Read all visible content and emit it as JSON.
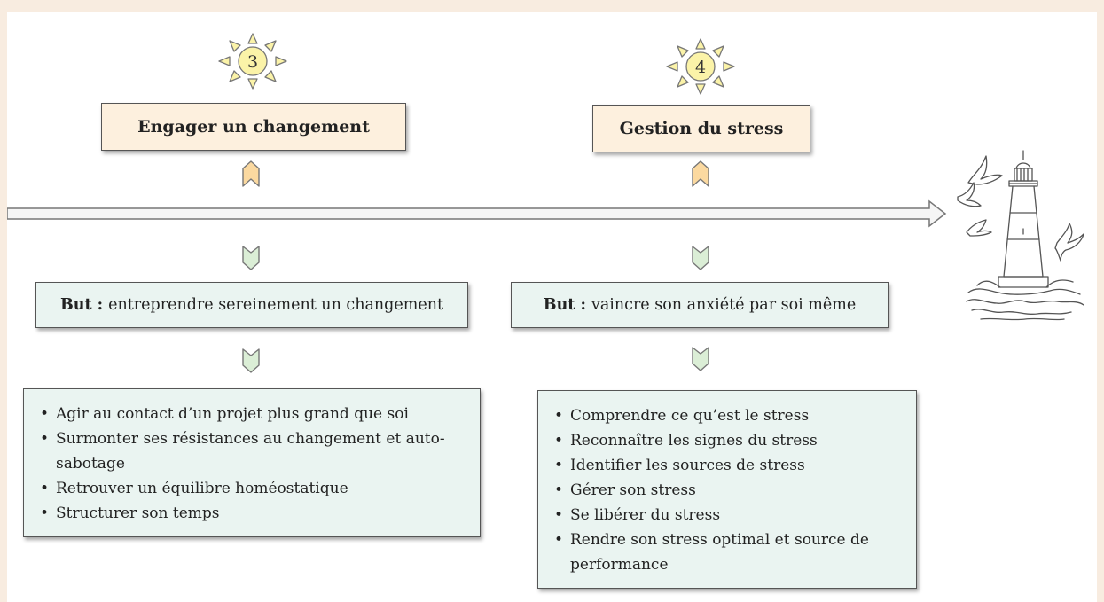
{
  "steps": [
    {
      "number": "3",
      "title": "Engager un changement",
      "goal_label": "But :",
      "goal_text": "entreprendre sereinement un changement",
      "items": [
        "Agir au contact d’un projet plus grand que soi",
        "Surmonter ses résistances au changement et auto-sabotage",
        "Retrouver un équilibre homéostatique",
        "Structurer son temps"
      ]
    },
    {
      "number": "4",
      "title": "Gestion du stress",
      "goal_label": "But :",
      "goal_text": "vaincre son anxiété par soi même",
      "items": [
        "Comprendre ce qu’est le stress",
        "Reconnaître les signes du stress",
        "Identifier les sources de stress",
        "Gérer son stress",
        "Se libérer du stress",
        "Rendre son stress optimal et source de performance"
      ]
    }
  ],
  "colors": {
    "background": "#f8ece0",
    "title_fill": "#fdf0de",
    "goal_fill": "#eaf4f1",
    "sun_fill": "#fbf3a8",
    "chevron_up_fill": "#fbd9a0",
    "chevron_down_fill": "#dbeed6"
  },
  "icons": [
    "sun-icon",
    "chevron-up-icon",
    "chevron-down-icon",
    "timeline-arrow",
    "lighthouse-illustration"
  ]
}
